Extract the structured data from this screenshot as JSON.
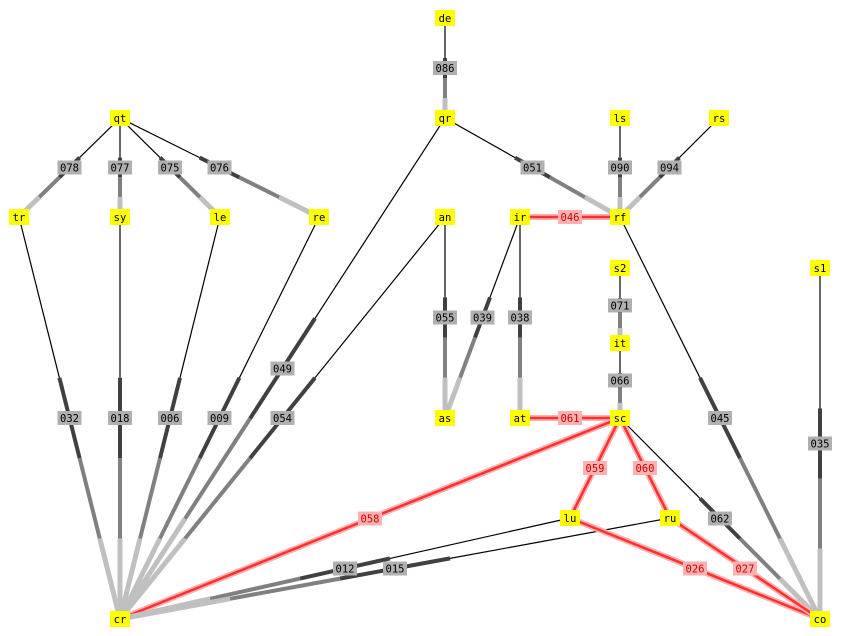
{
  "colors": {
    "node_fill": "#ffff00",
    "label_fill": "#b0b0b0",
    "hl_label_fill": "#ffb0b0",
    "hl_text": "#cc0000",
    "dark": "#404040",
    "mid": "#808080",
    "light": "#c0c0c0",
    "black": "#000000",
    "red": "#ff3030",
    "pink": "#ffb0b0"
  },
  "nodes": [
    {
      "id": "de",
      "label": "de"
    },
    {
      "id": "qr",
      "label": "qr"
    },
    {
      "id": "qt",
      "label": "qt"
    },
    {
      "id": "ls",
      "label": "ls"
    },
    {
      "id": "rs",
      "label": "rs"
    },
    {
      "id": "tr",
      "label": "tr"
    },
    {
      "id": "sy",
      "label": "sy"
    },
    {
      "id": "le",
      "label": "le"
    },
    {
      "id": "re",
      "label": "re"
    },
    {
      "id": "an",
      "label": "an"
    },
    {
      "id": "ir",
      "label": "ir"
    },
    {
      "id": "rf",
      "label": "rf"
    },
    {
      "id": "s2",
      "label": "s2"
    },
    {
      "id": "s1",
      "label": "s1"
    },
    {
      "id": "it",
      "label": "it"
    },
    {
      "id": "as",
      "label": "as"
    },
    {
      "id": "at",
      "label": "at"
    },
    {
      "id": "sc",
      "label": "sc"
    },
    {
      "id": "lu",
      "label": "lu"
    },
    {
      "id": "ru",
      "label": "ru"
    },
    {
      "id": "cr",
      "label": "cr"
    },
    {
      "id": "co",
      "label": "co"
    }
  ],
  "edges": [
    {
      "from": "de",
      "to": "qr",
      "label": "086",
      "hl": false
    },
    {
      "from": "qt",
      "to": "tr",
      "label": "078",
      "hl": false
    },
    {
      "from": "qt",
      "to": "sy",
      "label": "077",
      "hl": false
    },
    {
      "from": "qt",
      "to": "le",
      "label": "075",
      "hl": false
    },
    {
      "from": "qt",
      "to": "re",
      "label": "076",
      "hl": false
    },
    {
      "from": "qr",
      "to": "rf",
      "label": "051",
      "hl": false
    },
    {
      "from": "ls",
      "to": "rf",
      "label": "090",
      "hl": false
    },
    {
      "from": "rs",
      "to": "rf",
      "label": "094",
      "hl": false
    },
    {
      "from": "ir",
      "to": "rf",
      "label": "046",
      "hl": true
    },
    {
      "from": "s2",
      "to": "it",
      "label": "071",
      "hl": false
    },
    {
      "from": "ir",
      "to": "as",
      "label": "039",
      "hl": false
    },
    {
      "from": "an",
      "to": "as",
      "label": "055",
      "hl": false
    },
    {
      "from": "ir",
      "to": "at",
      "label": "038",
      "hl": false
    },
    {
      "from": "it",
      "to": "sc",
      "label": "066",
      "hl": false
    },
    {
      "from": "rf",
      "to": "co",
      "label": "045",
      "hl": false
    },
    {
      "from": "s1",
      "to": "co",
      "label": "035",
      "hl": false
    },
    {
      "from": "tr",
      "to": "cr",
      "label": "032",
      "hl": false
    },
    {
      "from": "sy",
      "to": "cr",
      "label": "018",
      "hl": false
    },
    {
      "from": "le",
      "to": "cr",
      "label": "006",
      "hl": false
    },
    {
      "from": "re",
      "to": "cr",
      "label": "009",
      "hl": false
    },
    {
      "from": "qr",
      "to": "cr",
      "label": "049",
      "hl": false
    },
    {
      "from": "an",
      "to": "cr",
      "label": "054",
      "hl": false
    },
    {
      "from": "at",
      "to": "sc",
      "label": "061",
      "hl": true
    },
    {
      "from": "sc",
      "to": "lu",
      "label": "059",
      "hl": true
    },
    {
      "from": "sc",
      "to": "ru",
      "label": "060",
      "hl": true
    },
    {
      "from": "sc",
      "to": "co",
      "label": "062",
      "hl": false
    },
    {
      "from": "sc",
      "to": "cr",
      "label": "058",
      "hl": true
    },
    {
      "from": "lu",
      "to": "cr",
      "label": "012",
      "hl": false
    },
    {
      "from": "ru",
      "to": "cr",
      "label": "015",
      "hl": false
    },
    {
      "from": "lu",
      "to": "co",
      "label": "026",
      "hl": true
    },
    {
      "from": "ru",
      "to": "co",
      "label": "027",
      "hl": true
    }
  ]
}
